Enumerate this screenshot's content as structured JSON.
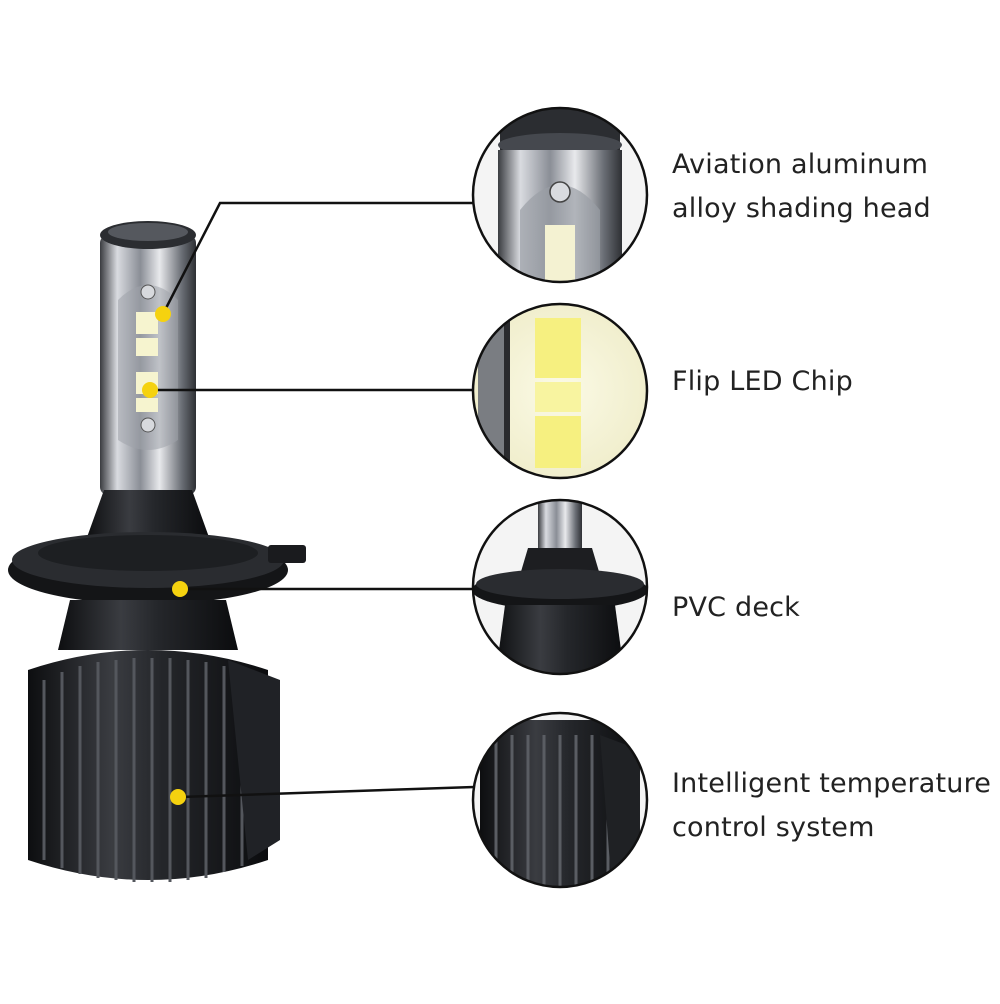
{
  "callouts": [
    {
      "id": "shading-head",
      "lines": [
        "Aviation aluminum",
        "alloy shading head"
      ]
    },
    {
      "id": "led-chip",
      "lines": [
        "Flip LED Chip"
      ]
    },
    {
      "id": "pvc-deck",
      "lines": [
        "PVC deck"
      ]
    },
    {
      "id": "temp-control",
      "lines": [
        "Intelligent temperature",
        "control system"
      ]
    }
  ],
  "colors": {
    "marker": "#f5d20f",
    "leader_line": "#111111",
    "body_black": "#1c1d20",
    "chrome": "#b9bcc2",
    "chip_yellow": "#f3f0a8"
  }
}
